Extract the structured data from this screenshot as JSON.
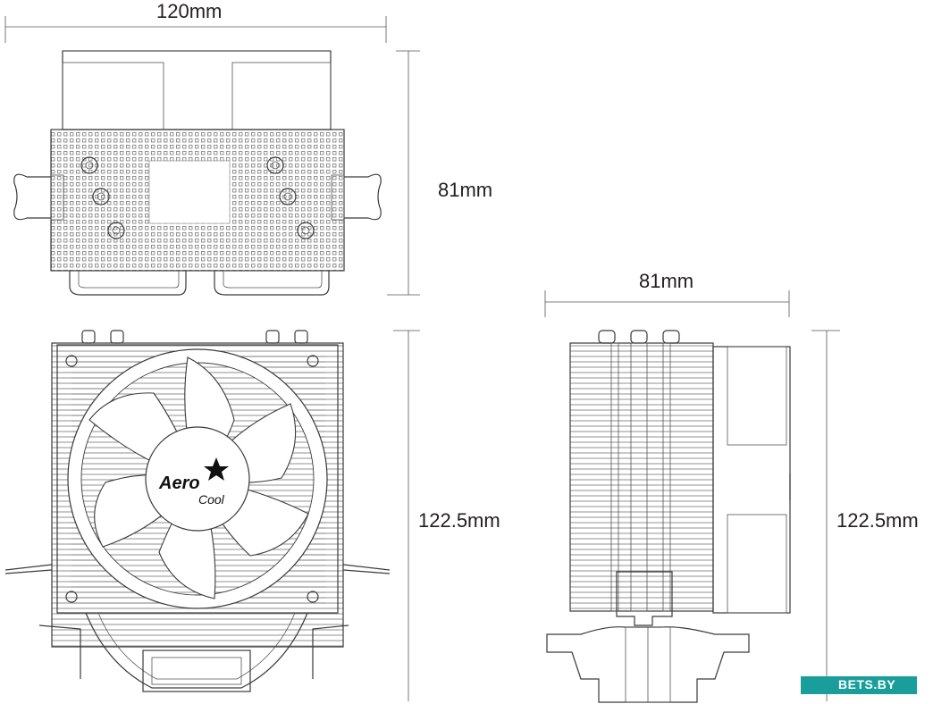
{
  "dimensions": {
    "top_width": "120mm",
    "top_depth": "81mm",
    "side_width": "81mm",
    "front_height": "122.5mm",
    "side_height": "122.5mm"
  },
  "logo": {
    "line1": "Aero",
    "line2": "Cool"
  },
  "watermark": {
    "text": "BETS.BY",
    "color": "#1a9e9b"
  },
  "colors": {
    "line": "#3a3a3a",
    "background": "#ffffff"
  }
}
